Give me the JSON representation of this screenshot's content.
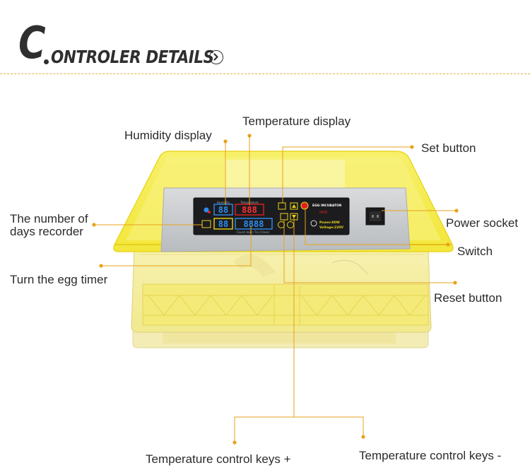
{
  "header": {
    "initial": "C",
    "rest": "ONTROLER DETAILS",
    "arrow_icon": "chevron-right-circle-icon",
    "rule_color": "#e5b347"
  },
  "panel": {
    "humidity_caption": "Humidity",
    "temperature_caption": "Temperature",
    "humidity_digits": "88",
    "temperature_digits": "888",
    "days_digits": "88",
    "timer_digits": "8888",
    "countdown_caption": "Count down Tie (Close)",
    "brand_title": "EGG INCUBATOR",
    "brand_name": "HHD",
    "power_text": "Power:80W",
    "voltage_text": "Voltage:220V"
  },
  "labels": {
    "humidity_display": "Humidity display",
    "temperature_display": "Temperature display",
    "set_button": "Set button",
    "days_recorder_line1": "The number of",
    "days_recorder_line2": "days recorder",
    "power_socket": "Power socket",
    "switch": "Switch",
    "turn_egg_timer": "Turn the egg timer",
    "reset_button": "Reset button",
    "temp_keys_plus": "Temperature control keys +",
    "temp_keys_minus": "Temperature control keys -"
  },
  "colors": {
    "leader_line": "#e8a21c",
    "lid_yellow": "#f6ec3c",
    "body_yellow": "#f4ec8a",
    "display_red": "#e02020",
    "display_blue": "#2e8cf0"
  }
}
